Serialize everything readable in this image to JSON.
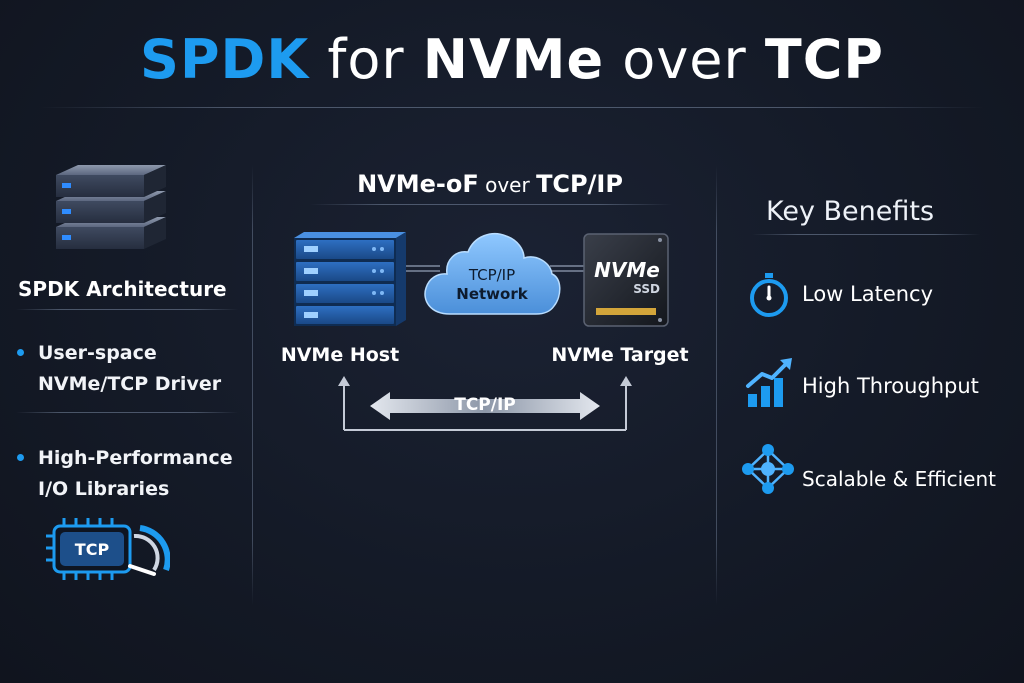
{
  "title": {
    "part1": "SPDK",
    "part2": " for ",
    "part3": "NVMe",
    "part4": " over ",
    "part5": "TCP"
  },
  "left": {
    "heading": "SPDK Architecture",
    "bullets": [
      {
        "line1": "User-space",
        "line2": "NVMe/TCP Driver"
      },
      {
        "line1": "High-Performance",
        "line2": "I/O Libraries"
      }
    ],
    "chip_label": "TCP"
  },
  "center": {
    "heading_strong1": "NVMe-oF",
    "heading_plain": " over ",
    "heading_strong2": "TCP/IP",
    "cloud_line1": "TCP/IP",
    "cloud_line2": "Network",
    "ssd_brand": "NVMe",
    "ssd_sub": "SSD",
    "host_label": "NVMe Host",
    "target_label": "NVMe Target",
    "arrow_label": "TCP/IP"
  },
  "right": {
    "heading": "Key Benefits",
    "benefits": [
      {
        "label": "Low Latency",
        "icon": "stopwatch-icon"
      },
      {
        "label": "High Throughput",
        "icon": "growth-chart-icon"
      },
      {
        "label": "Scalable & Efficient",
        "icon": "network-nodes-icon"
      }
    ]
  },
  "colors": {
    "accent": "#1d9bf0",
    "background": "#141a27"
  }
}
